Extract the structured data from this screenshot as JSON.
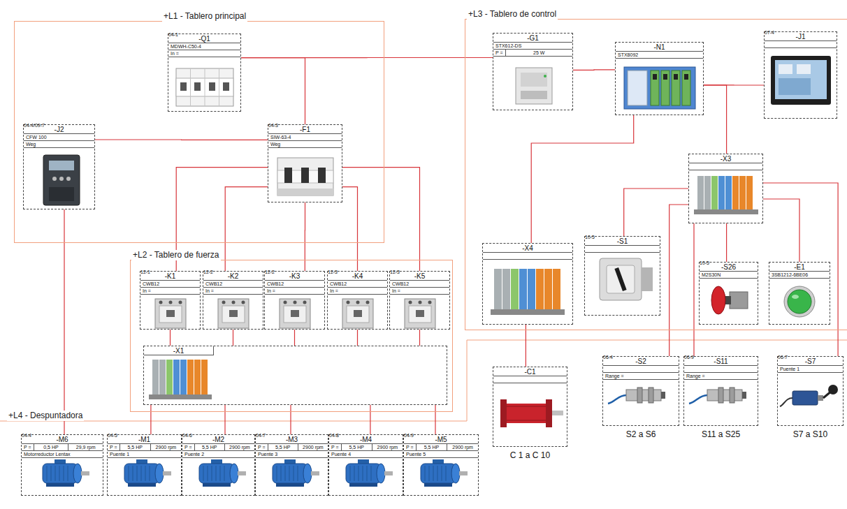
{
  "diagram": {
    "nodes": [
      {
        "text": [
          "+L1 - Tablero principal"
        ]
      },
      {
        "text": [
          "04-1",
          "-Q1",
          "MDWH-C50-4",
          "In ="
        ],
        "in": 0
      },
      {
        "text": [
          "04-3",
          "-F1",
          "SIW-63-4",
          "Weg"
        ],
        "in": 0
      },
      {
        "text": [
          "04-4/09-7",
          "-J2",
          "CFW 100",
          "Weg"
        ],
        "in": 0
      },
      {
        "text": [
          "+L3 - Tablero de control"
        ]
      },
      {
        "text": [
          "-G1",
          "STX612-DS",
          "P =",
          "25 W"
        ],
        "in": 4
      },
      {
        "text": [
          "-N1",
          "STX8092"
        ],
        "in": 4
      },
      {
        "text": [
          "07-4",
          "-J1"
        ],
        "in": 4
      },
      {
        "text": [
          "-X3"
        ],
        "in": 4
      },
      {
        "text": [
          "-X4"
        ],
        "in": 4
      },
      {
        "text": [
          "10-5",
          "-S1"
        ],
        "in": 4
      },
      {
        "text": [
          "10-5",
          "-S26",
          "M2S30N"
        ],
        "in": 4
      },
      {
        "text": [
          "-E1",
          "3SB1212-6BE06"
        ],
        "in": 4
      },
      {
        "text": [
          "+L2 - Tablero de fuerza"
        ]
      },
      {
        "text": [
          "12-1",
          "-K1",
          "CWB12",
          "In ="
        ],
        "in": 13
      },
      {
        "text": [
          "12-2",
          "-K2",
          "CWB12",
          "In ="
        ],
        "in": 13
      },
      {
        "text": [
          "12-2",
          "-K3",
          "CWB12",
          "In ="
        ],
        "in": 13
      },
      {
        "text": [
          "12-3",
          "-K4",
          "CWB12",
          "In ="
        ],
        "in": 13
      },
      {
        "text": [
          "12-3",
          "-K5",
          "CWB12",
          "In ="
        ],
        "in": 13
      },
      {
        "text": [
          "-X1"
        ],
        "in": 13
      },
      {
        "text": [
          "+L4 - Despuntadora"
        ]
      },
      {
        "text": [
          "-C1",
          "C 1 a C 10"
        ],
        "in": 20
      },
      {
        "text": [
          "06-4",
          "-S2",
          "Range =",
          "S2 a S6"
        ],
        "in": 20
      },
      {
        "text": [
          "06-9",
          "-S11",
          "Range =",
          "S11 a S25"
        ],
        "in": 20
      },
      {
        "text": [
          "06-7",
          "-S7",
          "Puente 1",
          "S7 a S10"
        ],
        "in": 20
      },
      {
        "text": [
          "04-4",
          "-M6",
          "P =",
          "0,5 HP",
          "29,9 rpm",
          "Motorreductor Lentax"
        ],
        "in": 20
      },
      {
        "text": [
          "04-5",
          "-M1",
          "P =",
          "5,5 HP",
          "2900 rpm",
          "Puente 1"
        ],
        "in": 20
      },
      {
        "text": [
          "04-6",
          "-M2",
          "P =",
          "5,5 HP",
          "2900 rpm",
          "Puente 2"
        ],
        "in": 20
      },
      {
        "text": [
          "04-7",
          "-M3",
          "P =",
          "5,5 HP",
          "2900 rpm",
          "Puente 3"
        ],
        "in": 20
      },
      {
        "text": [
          "04-8",
          "-M4",
          "P =",
          "5,5 HP",
          "2900 rpm",
          "Puente 4"
        ],
        "in": 20
      },
      {
        "text": [
          "04-9",
          "-M5",
          "P =",
          "5,5 HP",
          "2900 rpm",
          "Puente 5"
        ],
        "in": 20
      }
    ],
    "edges": [
      {
        "from": 1,
        "to": 2,
        "arrow": "none"
      },
      {
        "from": 1,
        "to": 5,
        "arrow": "none"
      },
      {
        "from": 2,
        "to": 3,
        "arrow": "none"
      },
      {
        "from": 2,
        "to": 14,
        "arrow": "none"
      },
      {
        "from": 2,
        "to": 15,
        "arrow": "none"
      },
      {
        "from": 2,
        "to": 16,
        "arrow": "none"
      },
      {
        "from": 2,
        "to": 17,
        "arrow": "none"
      },
      {
        "from": 2,
        "to": 18,
        "arrow": "none"
      },
      {
        "from": 14,
        "to": 19,
        "arrow": "none"
      },
      {
        "from": 15,
        "to": 19,
        "arrow": "none"
      },
      {
        "from": 16,
        "to": 19,
        "arrow": "none"
      },
      {
        "from": 17,
        "to": 19,
        "arrow": "none"
      },
      {
        "from": 18,
        "to": 19,
        "arrow": "none"
      },
      {
        "from": 19,
        "to": 26,
        "arrow": "none"
      },
      {
        "from": 19,
        "to": 27,
        "arrow": "none"
      },
      {
        "from": 19,
        "to": 28,
        "arrow": "none"
      },
      {
        "from": 19,
        "to": 29,
        "arrow": "none"
      },
      {
        "from": 19,
        "to": 30,
        "arrow": "none"
      },
      {
        "from": 3,
        "to": 25,
        "arrow": "none"
      },
      {
        "from": 5,
        "to": 6,
        "arrow": "none"
      },
      {
        "from": 6,
        "to": 7,
        "arrow": "none"
      },
      {
        "from": 6,
        "to": 8,
        "arrow": "none"
      },
      {
        "from": 6,
        "to": 9,
        "arrow": "none"
      },
      {
        "from": 9,
        "to": 21,
        "arrow": "none"
      },
      {
        "from": 8,
        "to": 10,
        "arrow": "none"
      },
      {
        "from": 8,
        "to": 11,
        "arrow": "none"
      },
      {
        "from": 8,
        "to": 12,
        "arrow": "none"
      },
      {
        "from": 8,
        "to": 22,
        "arrow": "none"
      },
      {
        "from": 8,
        "to": 23,
        "arrow": "none"
      },
      {
        "from": 8,
        "to": 24,
        "arrow": "none"
      }
    ]
  }
}
